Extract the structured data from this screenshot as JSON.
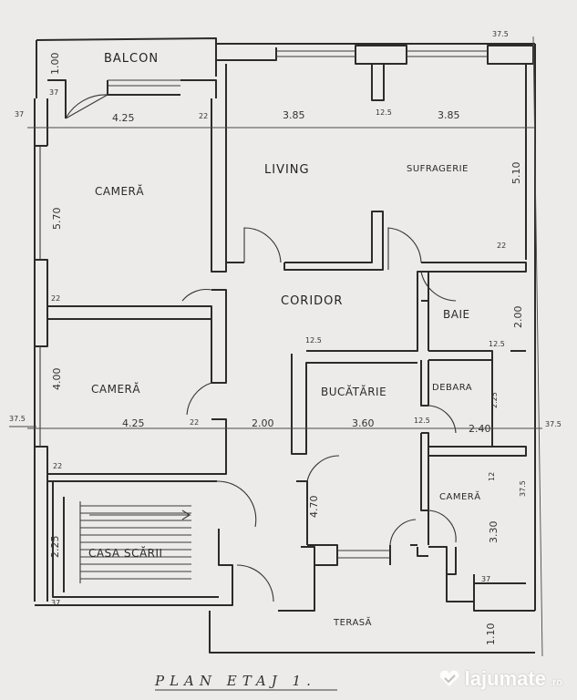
{
  "rooms": {
    "balcon": "BALCON",
    "living": "LIVING",
    "sufragerie": "SUFRAGERIE",
    "camera_top": "CAMERĂ",
    "coridor": "CORIDOR",
    "baie": "BAIE",
    "camera_mid": "CAMERĂ",
    "bucatarie": "BUCĂTĂRIE",
    "debara": "DEBARA",
    "camera_small": "CAMERĂ",
    "casa_scarii": "CASA SCĂRII",
    "terasa": "TERASĂ"
  },
  "dimensions": {
    "balcon_h": "1.00",
    "wall_37_top": "37",
    "wall_37_left": "37",
    "wall_37_topright": "37.5",
    "top_left_w": "4.25",
    "wall_22_a": "22",
    "living_w": "3.85",
    "wall_12_5_a": "12.5",
    "suf_w": "3.85",
    "suf_h": "5.10",
    "camera_top_h": "5.70",
    "wall_22_b": "22",
    "wall_22_c": "22",
    "baie_h": "2.00",
    "camera_mid_h": "4.00",
    "left_37_5": "37.5",
    "bottom_left_w": "4.25",
    "wall_22_d": "22",
    "coridor_w": "2.00",
    "bucatarie_w": "3.60",
    "wall_12_5_b": "12.5",
    "debara_w": "2.40",
    "right_37_5": "37.5",
    "debara_h": "2.25",
    "wall_22_e": "22",
    "wall_12_c": "12",
    "camera_small_h": "3.30",
    "wall_37_5_b": "37.5",
    "wall_4_70": "4.70",
    "casa_h": "2.25",
    "wall_37_bottom": "37",
    "terasa_h": "1.10",
    "wall_12_5_c": "12.5",
    "wall_12_5_d": "12.5"
  },
  "title": "PLAN ETAJ 1.",
  "watermark": {
    "brand": "lajumate",
    "tld": ".ro",
    "logo_icon": "heart-check-icon"
  }
}
